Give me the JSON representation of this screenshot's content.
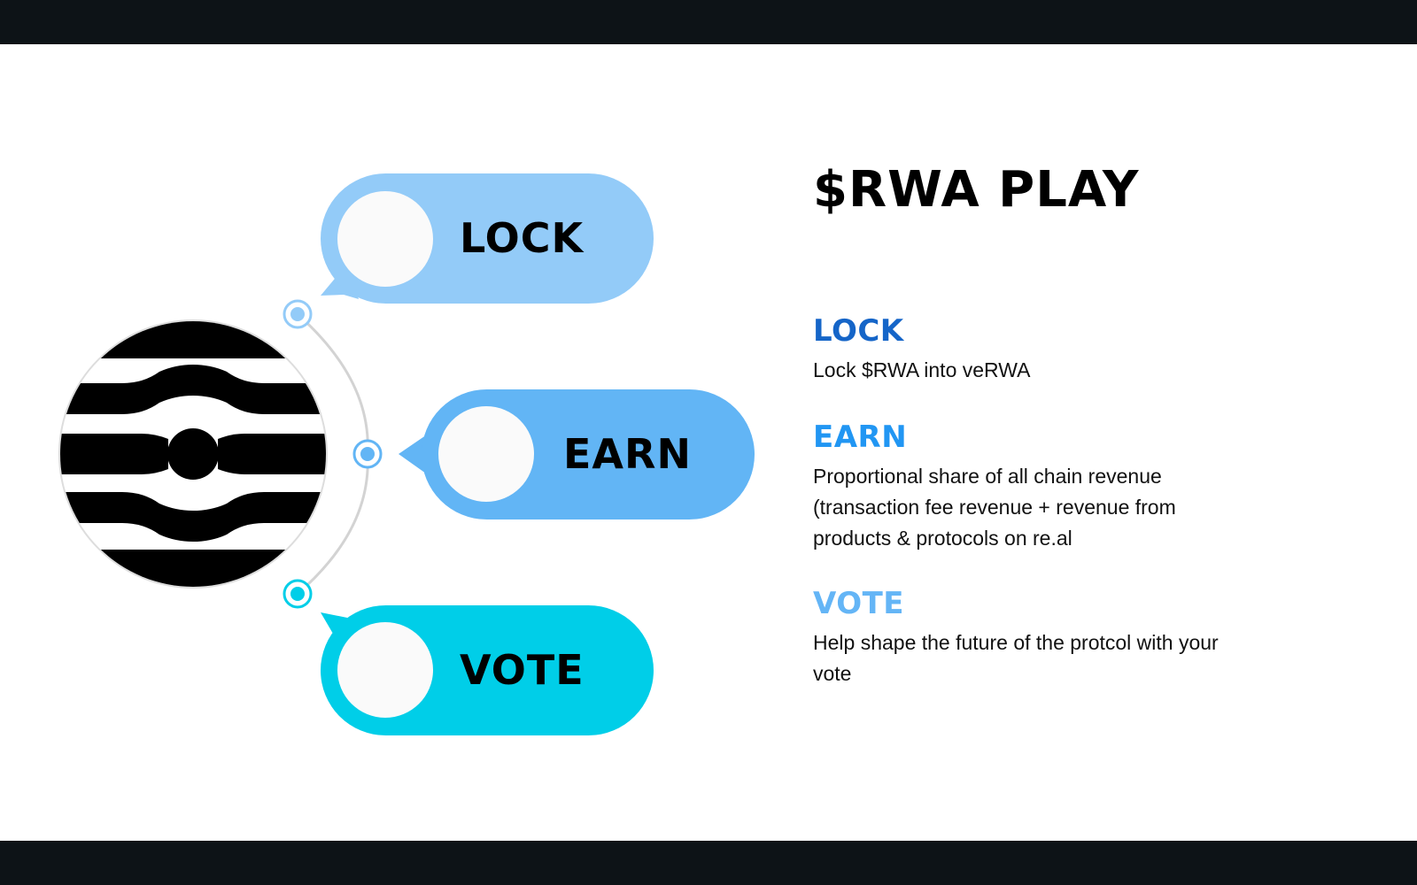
{
  "title": "$RWA PLAY",
  "colors": {
    "frame_bar": "#0d1317",
    "lock_pill": "#93cbf8",
    "earn_pill": "#62b5f5",
    "vote_pill": "#00cee8",
    "lock_heading": "#1565c8",
    "earn_heading": "#2196f3",
    "vote_heading": "#64b5f6"
  },
  "diagram": {
    "logo": "rwa-logo",
    "items": [
      {
        "label": "LOCK"
      },
      {
        "label": "EARN"
      },
      {
        "label": "VOTE"
      }
    ]
  },
  "sections": [
    {
      "heading": "LOCK",
      "body": "Lock $RWA into veRWA"
    },
    {
      "heading": "EARN",
      "body": "Proportional share of all chain revenue (transaction fee revenue + revenue from products & protocols on re.al"
    },
    {
      "heading": "VOTE",
      "body": "Help shape the future of the protcol with your vote"
    }
  ]
}
